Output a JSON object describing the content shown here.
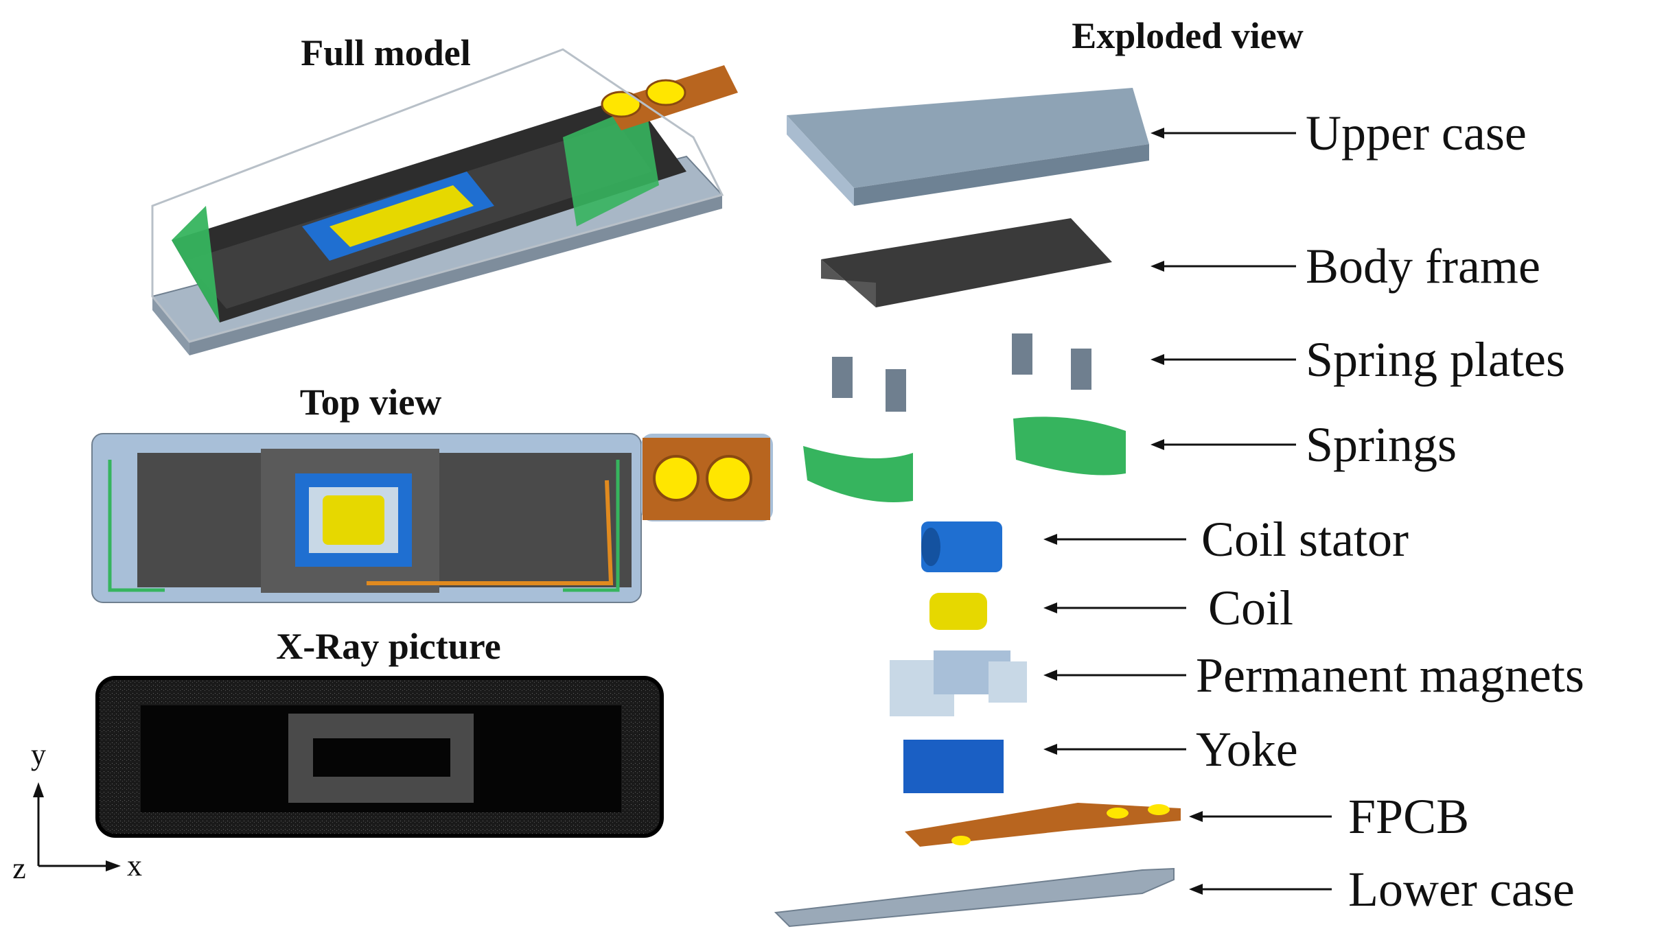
{
  "titles": {
    "full_model": "Full model",
    "exploded_view": "Exploded view",
    "top_view": "Top view",
    "xray": "X-Ray picture"
  },
  "parts": [
    {
      "id": "upper-case",
      "label": "Upper case"
    },
    {
      "id": "body-frame",
      "label": "Body frame"
    },
    {
      "id": "spring-plates",
      "label": "Spring plates"
    },
    {
      "id": "springs",
      "label": "Springs"
    },
    {
      "id": "coil-stator",
      "label": "Coil stator"
    },
    {
      "id": "coil",
      "label": "Coil"
    },
    {
      "id": "permanent-magnets",
      "label": "Permanent magnets"
    },
    {
      "id": "yoke",
      "label": "Yoke"
    },
    {
      "id": "fpcb",
      "label": "FPCB"
    },
    {
      "id": "lower-case",
      "label": "Lower case"
    }
  ],
  "axes": {
    "y": "y",
    "z": "z",
    "x": "x"
  },
  "colors": {
    "case": "#9aa9b8",
    "frame": "#4a4a4a",
    "spring": "#3cb56a",
    "stator": "#1f6fd1",
    "coil": "#e6d800",
    "magnet": "#c8d8e6",
    "yoke": "#1a5fc4",
    "fpcb": "#b8651f",
    "pad": "#ffe600"
  }
}
